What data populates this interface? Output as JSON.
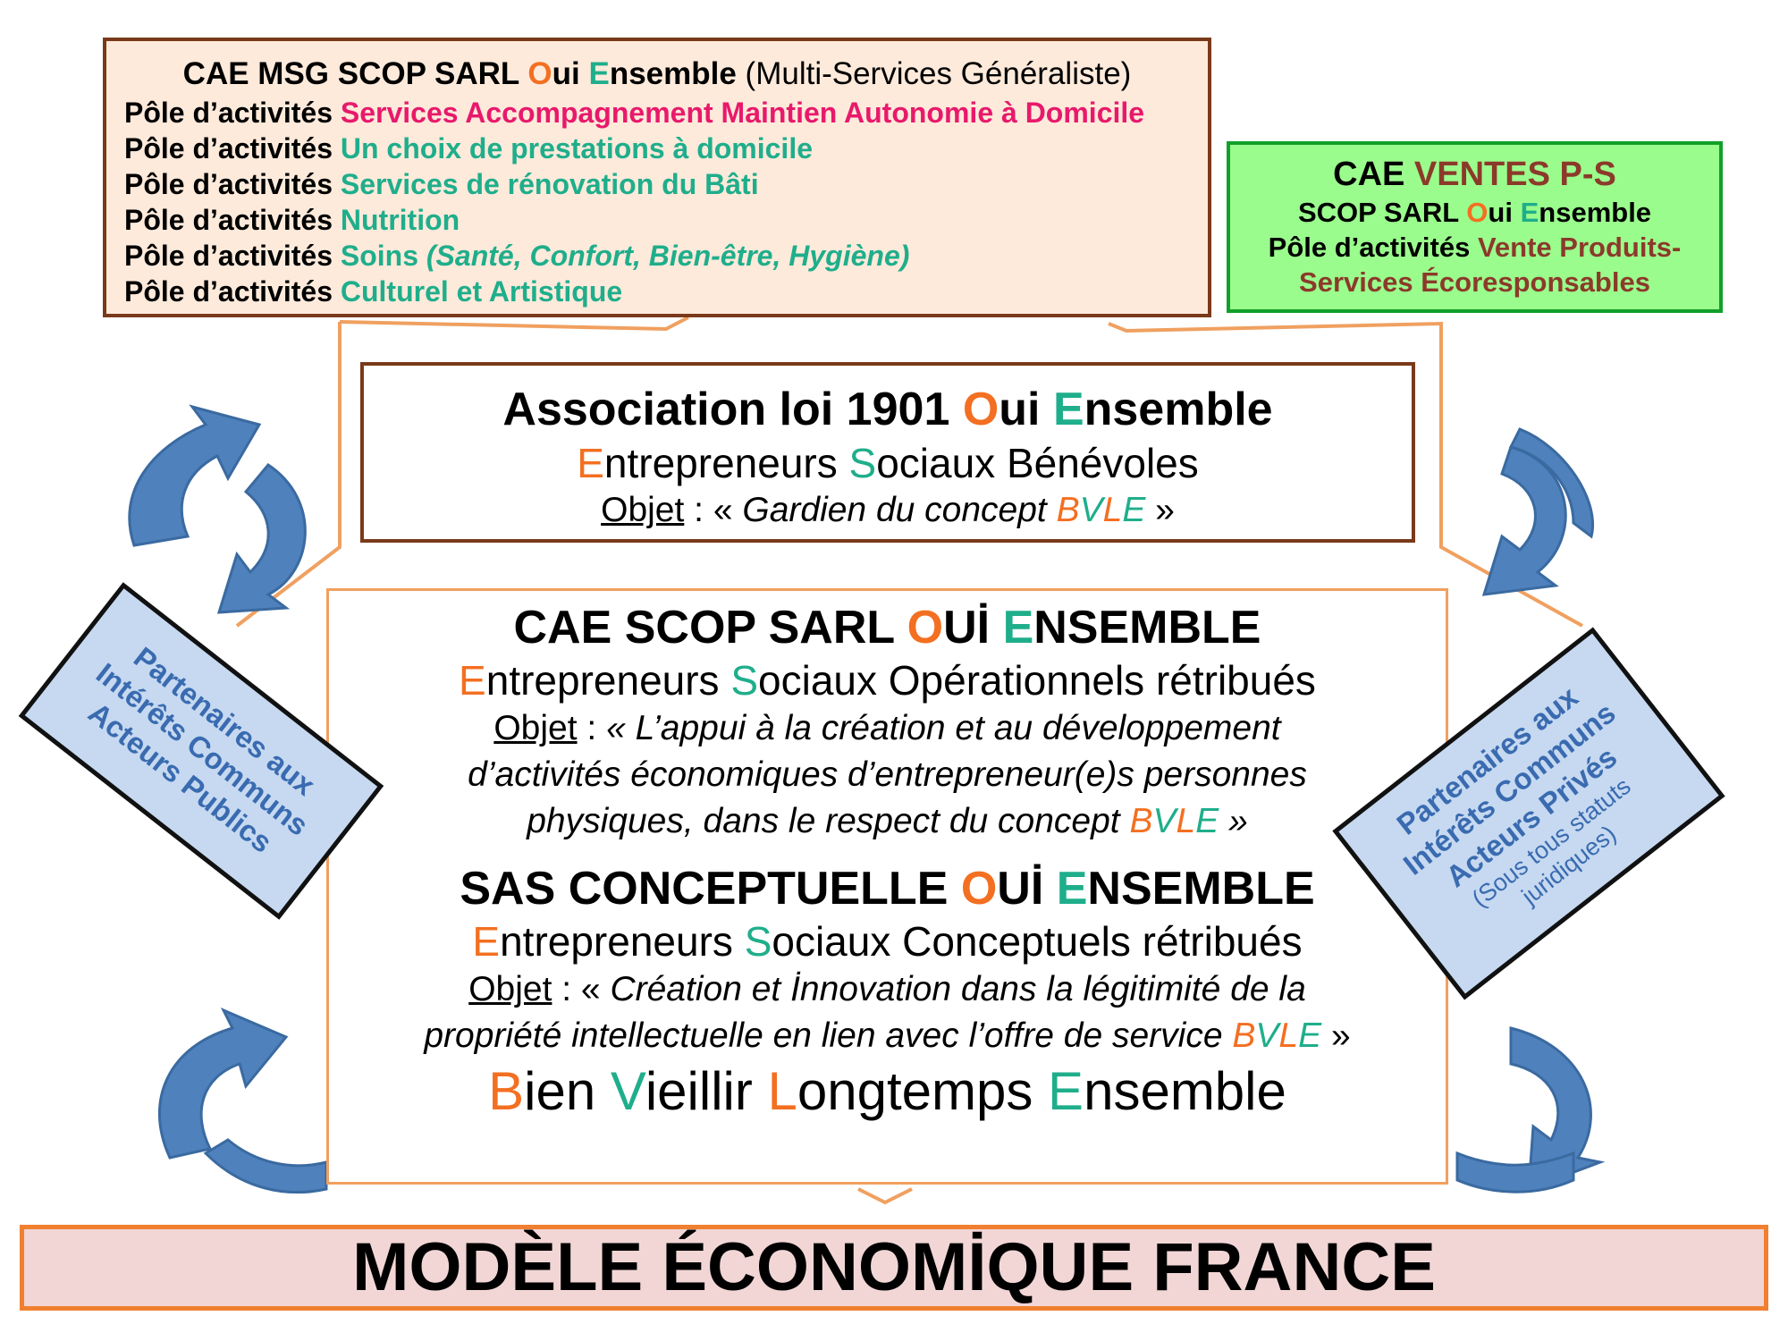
{
  "msg": {
    "title_prefix": "CAE MSG SCOP SARL ",
    "title_o": "O",
    "title_ui": "ui ",
    "title_e": "E",
    "title_nsemble": "nsemble",
    "title_suffix": " (Multi-Services Généraliste)",
    "pole_label": "Pôle d’activités ",
    "poles": [
      {
        "text": "Services Accompagnement Maintien Autonomie à Domicile",
        "extra": ""
      },
      {
        "text": "Un choix de prestations à domicile",
        "extra": ""
      },
      {
        "text": "Services de rénovation du Bâti",
        "extra": ""
      },
      {
        "text": "Nutrition",
        "extra": ""
      },
      {
        "text": "Soins ",
        "extra": "(Santé, Confort, Bien-être, Hygiène)"
      },
      {
        "text": "Culturel et Artistique",
        "extra": ""
      }
    ]
  },
  "ventes": {
    "cae": "CAE ",
    "ventes": "VENTES P-S",
    "scop_prefix": "SCOP SARL ",
    "o": "O",
    "ui": "ui ",
    "e": "E",
    "nsemble": "nsemble",
    "pole": "Pôle d’activités ",
    "line3": " Vente Produits-",
    "line4": "Services Écoresponsables"
  },
  "asso": {
    "title_prefix": "Association loi 1901 ",
    "o": "O",
    "ui": "ui ",
    "e": "E",
    "nsemble": "nsemble",
    "e2": "E",
    "ntrepreneurs": "ntrepreneurs ",
    "s": "S",
    "ociaux": "ociaux Bénévoles",
    "objet": "Objet",
    "objet_sep": " : « ",
    "objet_text": "Gardien du concept ",
    "b": "B",
    "v": "V",
    "l": "L",
    "le": "E",
    "close": " »"
  },
  "scop": {
    "title_prefix": "CAE SCOP SARL ",
    "o": "O",
    "ui": "Uİ ",
    "e": "E",
    "nsemble": "NSEMBLE",
    "e2": "E",
    "ntrepreneurs": "ntrepreneurs ",
    "s": "S",
    "ociaux": "ociaux Opérationnels rétribués",
    "objet": "Objet",
    "objet_sep": " : ",
    "obj1": "« L’appui à la création et au développement",
    "obj2": "d’activités économiques d’entrepreneur(e)s personnes",
    "obj3": "physiques, dans le respect du concept ",
    "b": "B",
    "v": "V",
    "l": "L",
    "le": "E",
    "close": " »"
  },
  "sas": {
    "title_prefix": "SAS CONCEPTUELLE ",
    "o": "O",
    "ui": "Uİ ",
    "e": "E",
    "nsemble": "NSEMBLE",
    "e2": "E",
    "ntrepreneurs": "ntrepreneurs ",
    "s": "S",
    "ociaux": "ociaux Conceptuels rétribués",
    "objet": "Objet",
    "objet_sep": " : « ",
    "obj1": "Création et İnnovation dans la légitimité de la",
    "obj2": "propriété intellectuelle en lien avec l’offre de service ",
    "b": "B",
    "v": "V",
    "l": "L",
    "le": "E",
    "close": " »"
  },
  "bvle": {
    "b": "B",
    "ien": "ien ",
    "v": "V",
    "ieillir": "ieillir ",
    "l": "L",
    "ongtemps": "ongtemps ",
    "e": "E",
    "nsemble": "nsemble"
  },
  "partners_public": {
    "line1": "Partenaires aux",
    "line2": "Intérêts Communs",
    "line3": "Acteurs Publics"
  },
  "partners_private": {
    "line1": "Partenaires aux",
    "line2": "Intérêts Communs",
    "line3": "Acteurs Privés",
    "line4": "(Sous tous statuts",
    "line5": "juridiques)"
  },
  "modele": "MODÈLE ÉCONOMİQUE FRANCE",
  "colors": {
    "orange_letter": "#f36f21",
    "green_letter": "#1fae8b",
    "pink_pole": "#e8196b",
    "brown_text": "#8b3a2a",
    "arrow_blue": "#4f81bd",
    "banner_bg": "#f2d6d6"
  }
}
